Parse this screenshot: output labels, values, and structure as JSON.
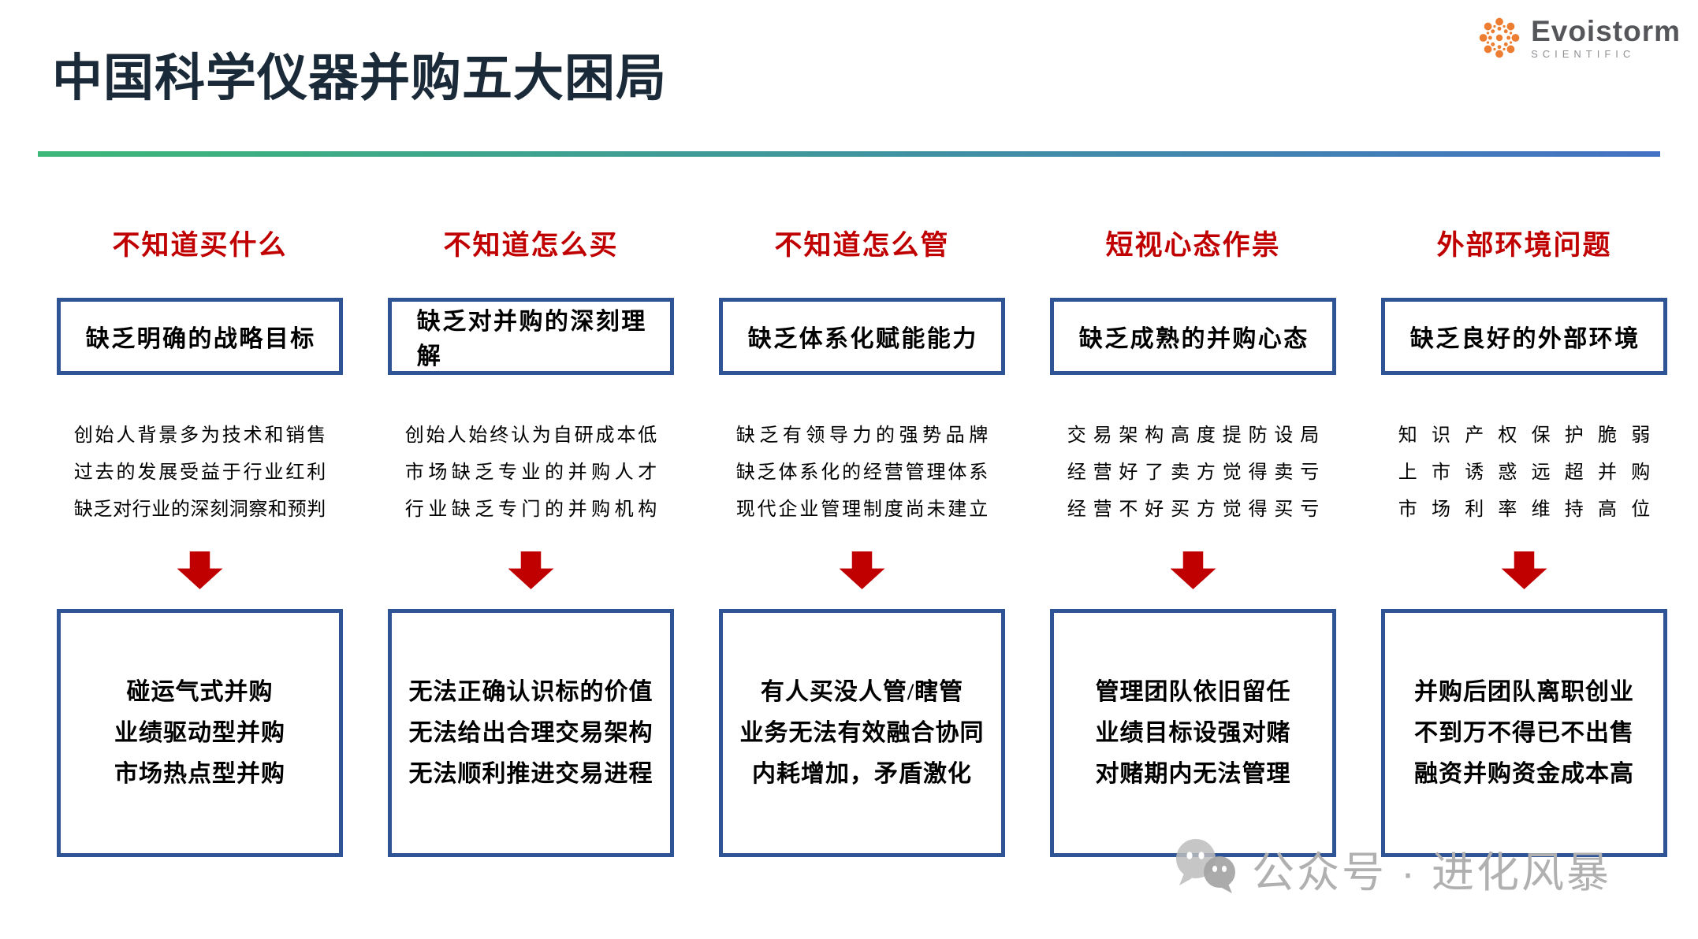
{
  "title": "中国科学仪器并购五大困局",
  "logo": {
    "name": "Evoistorm",
    "subtitle": "SCIENTIFIC"
  },
  "watermark": "公众号 · 进化风暴",
  "colors": {
    "title_navy": "#1b2a38",
    "header_red": "#c00000",
    "border_blue": "#2e5496",
    "arrow_red": "#c00000",
    "divider_green": "#3cb878",
    "divider_blue": "#4472c4",
    "logo_orange": "#ed7d31",
    "logo_gray": "#54565a",
    "logo_subgray": "#8d8f92",
    "watermark_gray": "#b0b0b0"
  },
  "columns": [
    {
      "header": "不知道买什么",
      "problem": "缺乏明确的战略目标",
      "causes": [
        "创始人背景多为技术和销售",
        "过去的发展受益于行业红利",
        "缺乏对行业的深刻洞察和预判"
      ],
      "consequences": [
        "碰运气式并购",
        "业绩驱动型并购",
        "市场热点型并购"
      ]
    },
    {
      "header": "不知道怎么买",
      "problem": "缺乏对并购的深刻理解",
      "causes": [
        "创始人始终认为自研成本低",
        "市场缺乏专业的并购人才",
        "行业缺乏专门的并购机构"
      ],
      "consequences": [
        "无法正确认识标的价值",
        "无法给出合理交易架构",
        "无法顺利推进交易进程"
      ]
    },
    {
      "header": "不知道怎么管",
      "problem": "缺乏体系化赋能能力",
      "causes": [
        "缺乏有领导力的强势品牌",
        "缺乏体系化的经营管理体系",
        "现代企业管理制度尚未建立"
      ],
      "consequences": [
        "有人买没人管/瞎管",
        "业务无法有效融合协同",
        "内耗增加，矛盾激化"
      ]
    },
    {
      "header": "短视心态作祟",
      "problem": "缺乏成熟的并购心态",
      "causes": [
        "交易架构高度提防设局",
        "经营好了卖方觉得卖亏",
        "经营不好买方觉得买亏"
      ],
      "consequences": [
        "管理团队依旧留任",
        "业绩目标设强对赌",
        "对赌期内无法管理"
      ]
    },
    {
      "header": "外部环境问题",
      "problem": "缺乏良好的外部环境",
      "causes": [
        "知识产权保护脆弱",
        "上市诱惑远超并购",
        "市场利率维持高位"
      ],
      "consequences": [
        "并购后团队离职创业",
        "不到万不得已不出售",
        "融资并购资金成本高"
      ]
    }
  ]
}
